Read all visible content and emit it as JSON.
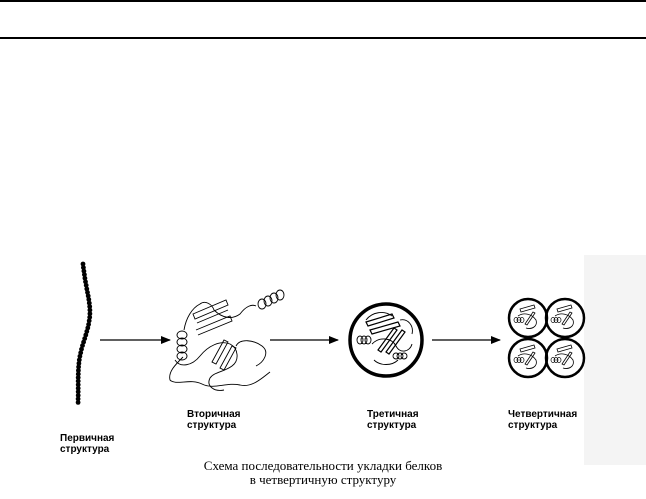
{
  "stages": {
    "primary": {
      "line1": "Первичная",
      "line2": "структура"
    },
    "secondary": {
      "line1": "Вторичная",
      "line2": "структура"
    },
    "tertiary": {
      "line1": "Третичная",
      "line2": "структура"
    },
    "quaternary": {
      "line1": "Четвертичная",
      "line2": "структура"
    }
  },
  "caption": {
    "line1": "Схема последовательности укладки белков",
    "line2": "в четвертичную структуру"
  },
  "colors": {
    "ink": "#000000",
    "background": "#ffffff",
    "edge_shade": "#f2f2f2"
  }
}
